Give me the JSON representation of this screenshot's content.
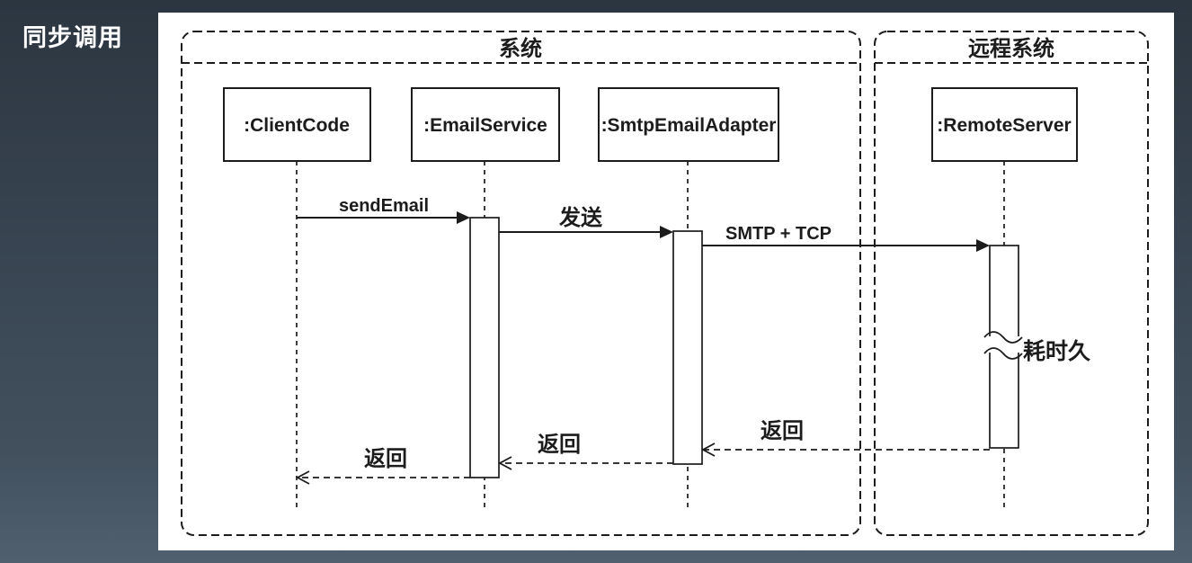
{
  "page": {
    "title": "同步调用",
    "background_top": "#2c3641",
    "background_bottom": "#50606e",
    "panel_background": "#ffffff",
    "line_color": "#1c1c1c"
  },
  "diagram": {
    "type": "uml-sequence",
    "frames": {
      "system": {
        "label": "系统"
      },
      "remote": {
        "label": "远程系统"
      }
    },
    "participants": {
      "client": {
        "label": ":ClientCode"
      },
      "email": {
        "label": ":EmailService"
      },
      "smtp": {
        "label": ":SmtpEmailAdapter"
      },
      "remote": {
        "label": ":RemoteServer"
      }
    },
    "messages": {
      "send_email": {
        "label": "sendEmail",
        "type": "sync-call",
        "from": ":ClientCode",
        "to": ":EmailService"
      },
      "fa_song": {
        "label": "发送",
        "type": "sync-call",
        "from": ":EmailService",
        "to": ":SmtpEmailAdapter"
      },
      "smtp_tcp": {
        "label": "SMTP + TCP",
        "type": "sync-call",
        "from": ":SmtpEmailAdapter",
        "to": ":RemoteServer"
      },
      "return_remote": {
        "label": "返回",
        "type": "return",
        "from": ":RemoteServer",
        "to": ":SmtpEmailAdapter"
      },
      "return_smtp": {
        "label": "返回",
        "type": "return",
        "from": ":SmtpEmailAdapter",
        "to": ":EmailService"
      },
      "return_email": {
        "label": "返回",
        "type": "return",
        "from": ":EmailService",
        "to": ":ClientCode"
      }
    },
    "annotation": {
      "label": "耗时久"
    }
  }
}
